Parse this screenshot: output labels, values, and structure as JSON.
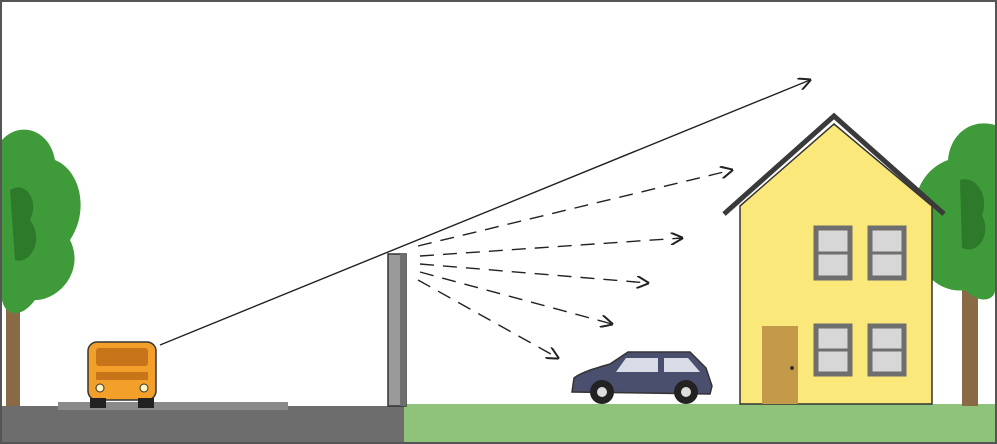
{
  "colors": {
    "background": "#ffffff",
    "frame": "#555555",
    "sky": "#ffffff",
    "road": "#6d6d6d",
    "road_curb": "#8a8a8a",
    "grass": "#8fc27a",
    "grass_dark": "#74ad62",
    "tree_foliage": "#3f9a3a",
    "tree_foliage_dark": "#2d7a2b",
    "tree_trunk": "#8a6a45",
    "barrier": "#9a9a9a",
    "barrier_dark": "#6f6f6f",
    "van_body": "#f2a02a",
    "van_dark": "#c8741a",
    "car_body": "#4b4f6e",
    "car_window": "#d9dce6",
    "house_wall": "#fbe87a",
    "house_roof_edge": "#3a3a3a",
    "house_window_frame": "#6e6e6e",
    "house_window_glass": "#d7d7d7",
    "house_door": "#c49a4a",
    "arrow": "#222222"
  },
  "scene": {
    "objects": [
      "tree-left",
      "van",
      "road",
      "noise-barrier",
      "car",
      "house",
      "tree-right",
      "grass"
    ],
    "arrows": {
      "direct": {
        "style": "solid",
        "count": 1
      },
      "diffracted": {
        "style": "dashed",
        "count": 5
      }
    }
  }
}
